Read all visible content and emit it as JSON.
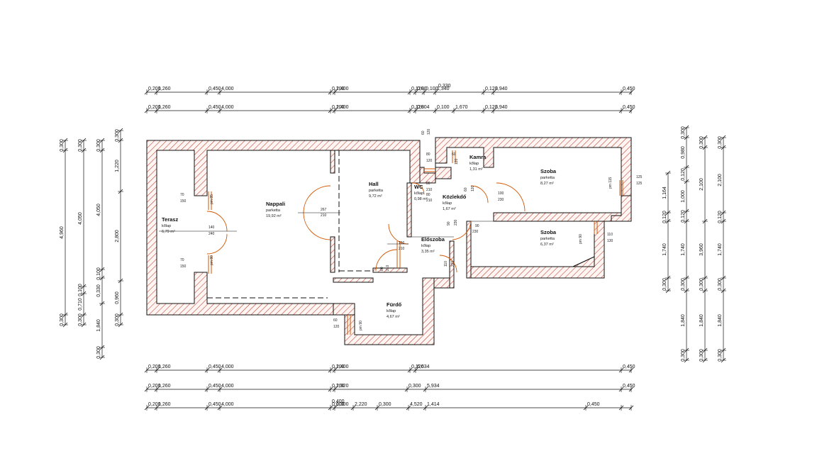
{
  "colors": {
    "wall_hatch": "#c0392b",
    "door": "#d35400",
    "line": "#111111"
  },
  "dimensions": {
    "top_row_1": [
      "0,200",
      "1,260",
      "0,450",
      "4,000",
      "0,100",
      "2,400",
      "0,120",
      "0,80",
      "0,100",
      "1,340",
      "0,120",
      "3,940",
      "0,450"
    ],
    "top_row_1_extra": "0,330",
    "top_row_2": [
      "0,200",
      "1,260",
      "0,450",
      "4,000",
      "0,100",
      "2,400",
      "0,120",
      "0,804",
      "0,100",
      "1,670",
      "0,120",
      "3,940",
      "0,450"
    ],
    "bottom_row_1": [
      "0,200",
      "1,260",
      "0,450",
      "4,000",
      "0,100",
      "2,400",
      "0,120",
      "6,634",
      "0,450"
    ],
    "bottom_row_2": [
      "0,200",
      "1,260",
      "0,450",
      "4,000",
      "0,100",
      "2,920",
      "0,300",
      "5,934",
      "0,450"
    ],
    "bottom_row_3": [
      "0,200",
      "1,260",
      "0,450",
      "4,000",
      "0,100",
      "0,300",
      "2,220",
      "0,300",
      "4,520",
      "1,414",
      "0,450"
    ],
    "bottom_row_3_extra": "0,400",
    "left_col_1": [
      "0,300",
      "4,960",
      "0,300"
    ],
    "left_col_2": [
      "0,300",
      "4,050",
      "0,100",
      "0,710",
      "0,300"
    ],
    "left_col_3": [
      "0,300",
      "4,050",
      "0,100",
      "0,330",
      "1,840",
      "0,300"
    ],
    "left_col_4": [
      "0,300",
      "1,220",
      "2,800",
      "0,960",
      "0,300"
    ],
    "right_col_1": [
      "1,164",
      "0,120",
      "1,740",
      "0,300"
    ],
    "right_col_2": [
      "0,300",
      "0,980",
      "0,120",
      "1,000",
      "0,120",
      "1,740",
      "0,300",
      "1,840",
      "0,300"
    ],
    "right_col_3": [
      "0,300",
      "2,100",
      "3,960",
      "0,300",
      "1,840",
      "0,300"
    ],
    "right_col_4": [
      "0,300",
      "2,100",
      "0,120",
      "1,740",
      "0,300",
      "1,840",
      "0,300"
    ]
  },
  "rooms": [
    {
      "id": "terasz",
      "name": "Terasz",
      "floor": "kőlap",
      "area": "6,79 m²"
    },
    {
      "id": "nappali",
      "name": "Nappali",
      "floor": "parketta",
      "area": "19,92 m²"
    },
    {
      "id": "hall",
      "name": "Hall",
      "floor": "parketta",
      "area": "9,72 m²"
    },
    {
      "id": "wc",
      "name": "WC",
      "floor": "kőlap",
      "area": "0,98 m²"
    },
    {
      "id": "kamra",
      "name": "Kamra",
      "floor": "kőlap",
      "area": "1,31 m²"
    },
    {
      "id": "kozlekedo",
      "name": "Közlekdő",
      "floor": "kőlap",
      "area": "1,67 m²"
    },
    {
      "id": "eloszoba",
      "name": "Előszoba",
      "floor": "kőlap",
      "area": "3,35 m²"
    },
    {
      "id": "furdo",
      "name": "Fürdő",
      "floor": "kőlap",
      "area": "4,67 m²"
    },
    {
      "id": "szoba1",
      "name": "Szoba",
      "floor": "parketta",
      "area": "8,27 m²"
    },
    {
      "id": "szoba2",
      "name": "Szoba",
      "floor": "parketta",
      "area": "6,37 m²"
    }
  ],
  "openings": [
    {
      "id": "t1",
      "w": "70",
      "h": "150",
      "pm": "pm 85"
    },
    {
      "id": "t2",
      "w": "140",
      "h": "240"
    },
    {
      "id": "t3",
      "w": "70",
      "h": "150",
      "pm": "pm 80"
    },
    {
      "id": "n1",
      "w": "267",
      "h": "210"
    },
    {
      "id": "e1",
      "w": "150",
      "h": "210"
    },
    {
      "id": "e2",
      "w": "80",
      "h": "210"
    },
    {
      "id": "e3",
      "w": "110",
      "h": "230"
    },
    {
      "id": "w1",
      "w": "60",
      "h": "120"
    },
    {
      "id": "w2",
      "w": "80",
      "h": "120"
    },
    {
      "id": "w3",
      "w": "80",
      "h": "210"
    },
    {
      "id": "w4",
      "w": "80",
      "h": "210"
    },
    {
      "id": "k1",
      "w": "60",
      "h": "120"
    },
    {
      "id": "k2",
      "w": "60",
      "h": "120"
    },
    {
      "id": "k3",
      "w": "90",
      "h": "230"
    },
    {
      "id": "s1",
      "w": "100",
      "h": "230"
    },
    {
      "id": "s2",
      "w": "125",
      "h": "125",
      "pm": "pm 115"
    },
    {
      "id": "s3",
      "w": "110",
      "h": "130",
      "pm": "pm 90"
    },
    {
      "id": "f1",
      "w": "60",
      "h": "120",
      "pm": "pm 90"
    },
    {
      "id": "k4",
      "w": "90",
      "h": "230"
    }
  ]
}
